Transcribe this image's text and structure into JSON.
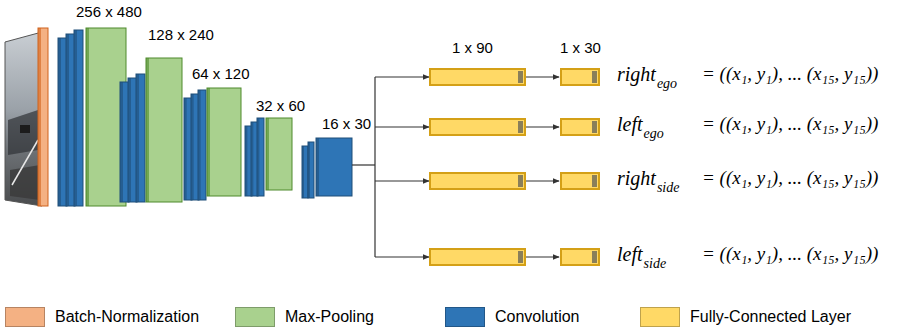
{
  "diagram": {
    "labels": [
      "256 x 480",
      "128 x 240",
      "64 x 120",
      "32 x 60",
      "16 x 30",
      "1 x 90",
      "1 x 30",
      "right",
      "ego",
      "= ((x₁, y₁), ... (x₁₅, y₁₅))",
      "left",
      "ego",
      "= ((x₁, y₁), ... (x₁₅, y₁₅))",
      "right",
      "side",
      "= ((x₁, y₁), ... (x₁₅, y₁₅))",
      "left",
      "side",
      "= ((x₁, y₁), ... (x₁₅, y₁₅))"
    ],
    "legend": [
      {
        "text": "Batch-Normalization",
        "color": "#f4b183"
      },
      {
        "text": "Max-Pooling",
        "color": "#a9d18e"
      },
      {
        "text": "Convolution",
        "color": "#2e75b6"
      },
      {
        "text": "Fully-Connected Layer",
        "color": "#ffd966"
      }
    ]
  }
}
